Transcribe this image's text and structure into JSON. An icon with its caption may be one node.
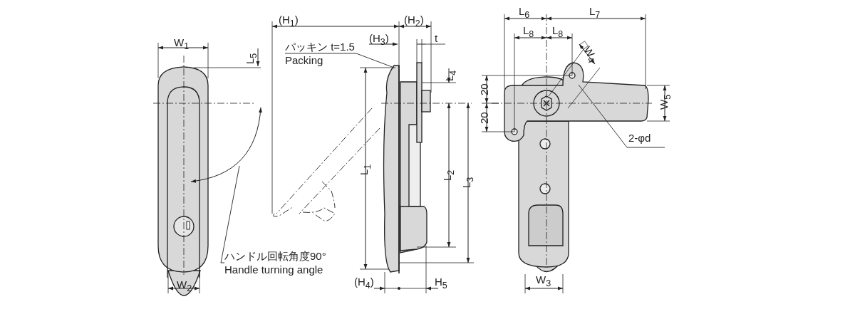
{
  "diagram": {
    "nodes": [
      {
        "text": [
          "パッキン t=1.5",
          "Packing"
        ]
      },
      {
        "text": [
          "ハンドル回転角度90°",
          "Handle turning angle"
        ]
      },
      {
        "text": [
          "2-φd"
        ]
      },
      {
        "text": [],
        "shape": "arc"
      }
    ],
    "edges": [
      {
        "from": 0,
        "to": null,
        "arrow": "none"
      },
      {
        "from": 1,
        "to": 3,
        "arrow": "none"
      },
      {
        "from": 2,
        "to": null,
        "arrow": "none"
      }
    ],
    "labels": [
      "W$_{1}$",
      "L$_{5}$",
      "W$_{2}$",
      "(H$_{1}$)",
      "(H$_{2}$)",
      "(H$_{3}$)",
      "t",
      "L$_{4}$",
      "L$_{1}$",
      "L$_{2}$",
      "L$_{3}$",
      "(H$_{4}$)",
      "H$_{5}$",
      "L$_{6}$",
      "L$_{7}$",
      "L$_{8}$",
      "L$_{8}$",
      "□W$_{4}$",
      "20",
      "20",
      "W$_{5}$",
      "W$_{3}$"
    ]
  }
}
